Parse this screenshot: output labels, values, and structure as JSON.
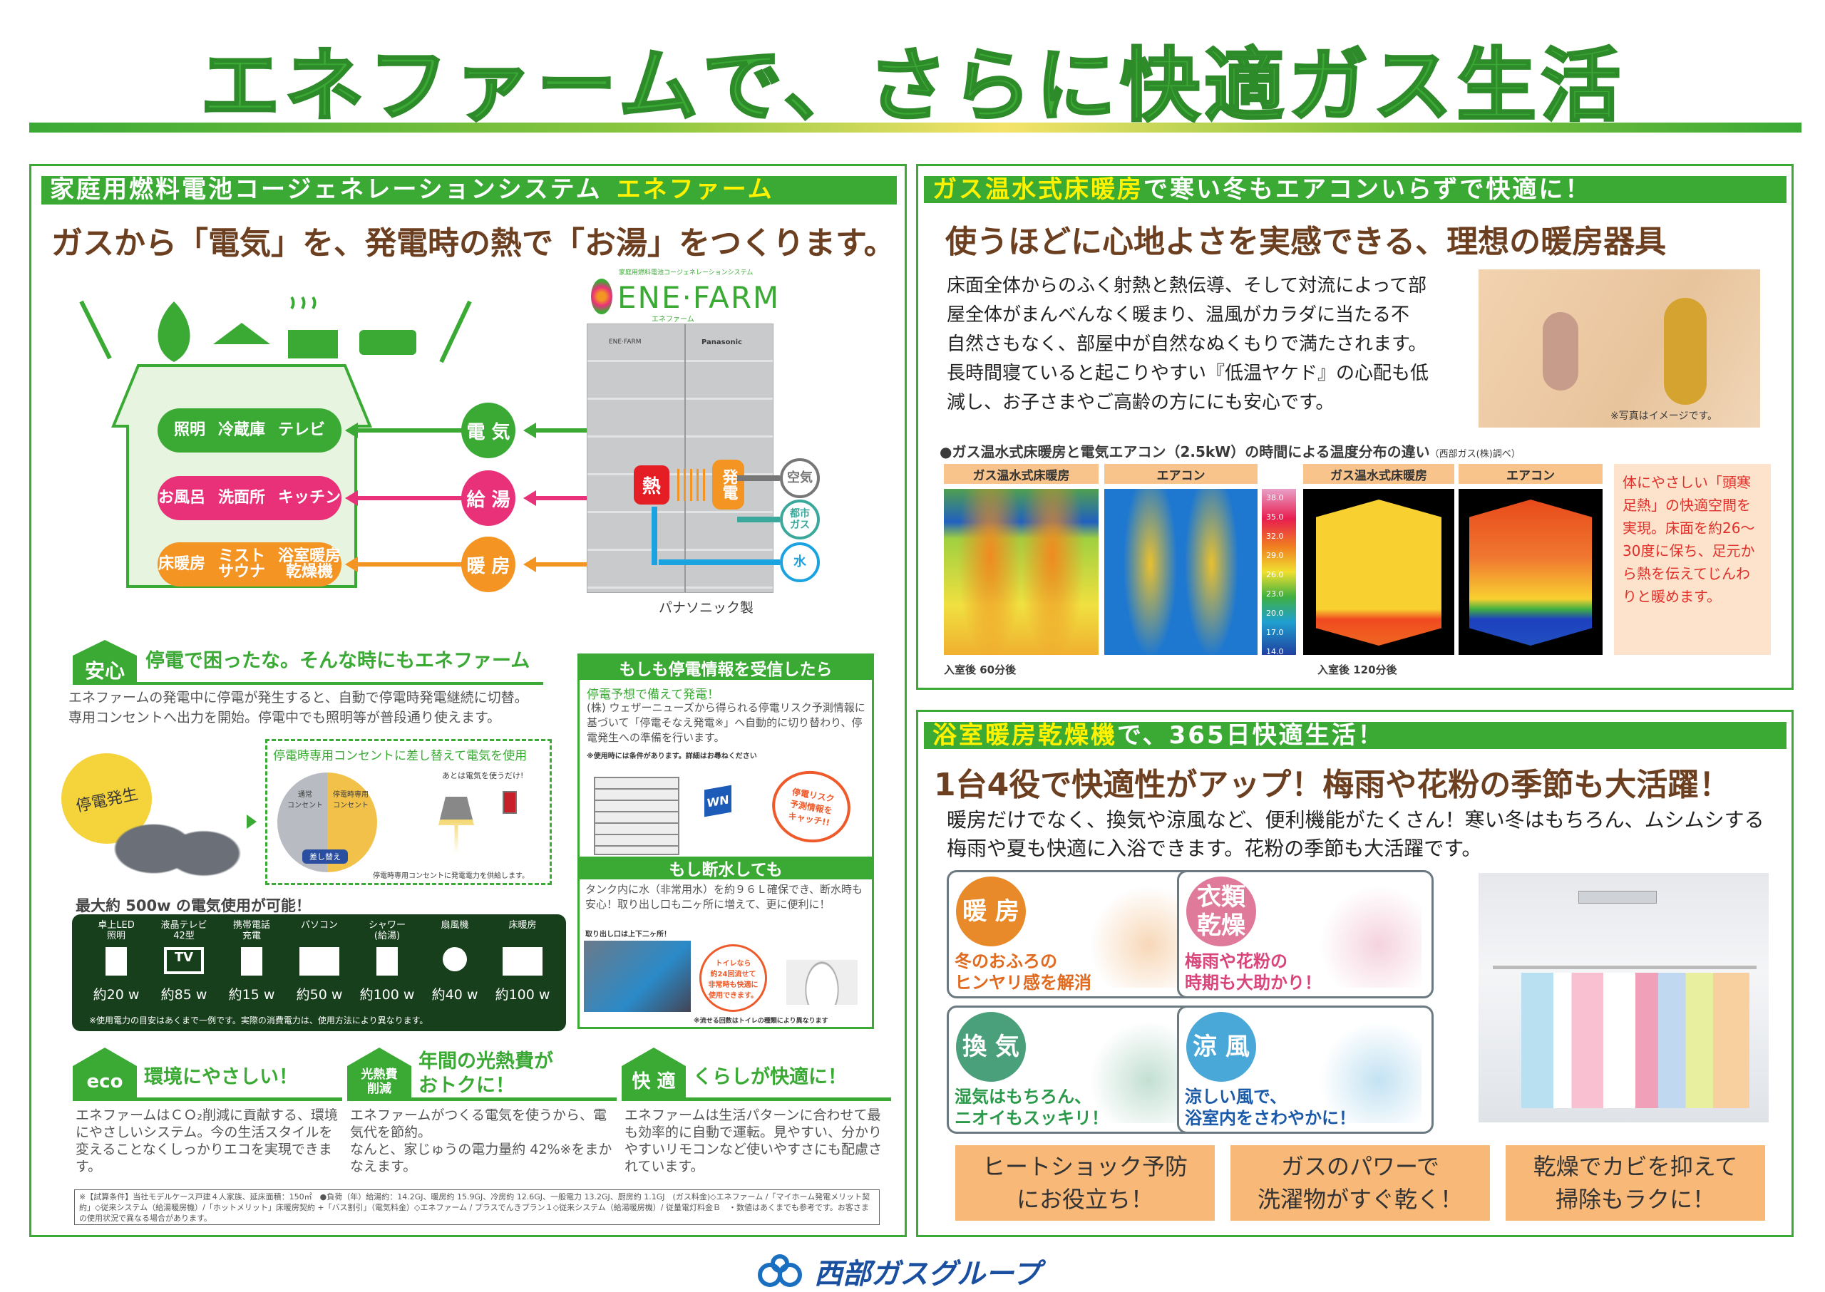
{
  "title": "エネファームで、さらに快適ガス生活",
  "left": {
    "bar_main": "家庭用燃料電池コージェネレーションシステム",
    "bar_highlight": "エネファーム",
    "subtitle": "ガスから「電気」を、発電時の熱で「お湯」をつくります。",
    "icons": [
      "leaf-icon",
      "lamp-icon",
      "floor-heating-icon",
      "bathtub-icon"
    ],
    "rows": [
      {
        "items": [
          "照明",
          "冷蔵庫",
          "テレビ"
        ],
        "label": "電 気",
        "color": "#3aaa35"
      },
      {
        "items": [
          "お風呂",
          "洗面所",
          "キッチン"
        ],
        "label": "給 湯",
        "color": "#e9317a"
      },
      {
        "items": [
          "床暖房",
          "ミスト\nサウナ",
          "浴室暖房\n乾燥機"
        ],
        "label": "暖 房",
        "color": "#f39423"
      }
    ],
    "logo_small": "家庭用燃料電池コージェネレーションシステム",
    "logo": "ENE·FARM",
    "logo_kana": "エネファーム",
    "unit_brand": "Panasonic",
    "unit_logo": "ENE·FARM",
    "heat": "熱",
    "gen": "発電",
    "inputs": [
      {
        "label": "空気",
        "color": "#777777"
      },
      {
        "label": "都市ガス",
        "color": "#3aa89a"
      },
      {
        "label": "水",
        "color": "#1aa3e0"
      }
    ],
    "maker": "パナソニック製",
    "anshin": {
      "tag": "安心",
      "heading": "停電で困ったな。そんな時にもエネファーム",
      "body": [
        "エネファームの発電中に停電が発生すると、自動で停電時発電継続に切替。",
        "専用コンセントへ出力を開始。停電中でも照明等が普段通り使えます。"
      ],
      "burst": "停電発生",
      "dashed_title": "停電時専用コンセントに差し替えて電気を使用",
      "normal": "通常\nコンセント",
      "special": "停電時専用\nコンセント",
      "swap": "差し替え",
      "after": "あとは電気を使うだけ!",
      "supply": "停電時専用コンセントに発電電力を供給します。",
      "max": "最大約 500w の電気使用が可能！",
      "appliances": [
        {
          "name": "卓上LED\n照明",
          "watt": "約20 w",
          "icon": "desk-lamp-icon"
        },
        {
          "name": "液晶テレビ\n42型",
          "watt": "約85 w",
          "icon": "tv-icon"
        },
        {
          "name": "携帯電話\n充電",
          "watt": "約15 w",
          "icon": "phone-icon"
        },
        {
          "name": "パソコン",
          "watt": "約50 w",
          "icon": "laptop-icon"
        },
        {
          "name": "シャワー\n(給湯)",
          "watt": "約100 w",
          "icon": "shower-icon"
        },
        {
          "name": "扇風機",
          "watt": "約40 w",
          "icon": "fan-icon"
        },
        {
          "name": "床暖房",
          "watt": "約100 w",
          "icon": "floor-heating-icon"
        }
      ],
      "tv": "TV",
      "note": "※使用電力の目安はあくまで一例です。実際の消費電力は、使用方法により異なります。"
    },
    "outage": {
      "header": "もしも停電情報を受信したら",
      "lead": "停電予想で備えて発電！",
      "body": "(株) ウェザーニューズから得られる停電リスク予測情報に基づいて「停電そなえ発電※」へ自動的に切り替わり、停電発生への準備を行います。",
      "note": "※使用時には条件があります。詳細はお尋ねください",
      "wn": "WN",
      "bubble": "停電リスク\n予測情報を\nキャッチ!!"
    },
    "water": {
      "header": "もし断水しても",
      "body": "タンク内に水（非常用水）を約９６Ｌ確保でき、断水時も安心！取り出し口も二ヶ所に増えて、更に便利に！",
      "outlet": "取り出し口は上下二ヶ所！",
      "bubble": "トイレなら\n約24回流せて\n非常時も快適に\n使用できます。",
      "note": "※流せる回数はトイレの種類により異なります"
    },
    "benefits": [
      {
        "tag": "eco",
        "heading": "環境にやさしい！",
        "body": "エネファームはＣＯ₂削減に貢献する、環境にやさしいシステム。今の生活スタイルを変えることなくしっかりエコを実現できます。"
      },
      {
        "tag": "光熱費\n削減",
        "heading": "年間の光熱費が\nおトクに！",
        "body": "エネファームがつくる電気を使うから、電気代を節約。\nなんと、家じゅうの電力量約 42%※をまかなえます。"
      },
      {
        "tag": "快 適",
        "heading": "くらしが快適に！",
        "body": "エネファームは生活パターンに合わせて最も効率的に自動で運転。見やすい、分かりやすいリモコンなど使いやすさにも配慮されています。"
      }
    ],
    "footnote": "※【試算条件】当社モデルケース戸建４人家族、延床面積：150㎡　●負荷（年）給湯約：14.2GJ、暖房約 15.9GJ、冷房約 12.6GJ、一般電力 13.2GJ、厨房約 1.1GJ　(ガス料金)◇エネファーム /「マイホーム発電メリット契約」◇従来システム（給湯暖房機）/「ホットメリット」床暖房契約 +「バス割引」（電気料金）◇エネファーム / プラスでんきプラン１◇従来システム（給湯暖房機）/ 従量電灯料金Ｂ　・数値はあくまでも参考です。お客さまの使用状況で異なる場合があります。"
  },
  "floor": {
    "bar_highlight": "ガス温水式床暖房",
    "bar_main": "で寒い冬もエアコンいらずで快適に！",
    "subtitle": "使うほどに心地よさを実感できる、理想の暖房器具",
    "body": [
      "床面全体からのふく射熱と熱伝導、そして対流によって部",
      "屋全体がまんべんなく暖まり、温風がカラダに当たる不",
      "自然さもなく、部屋中が自然なぬくもりで満たされます。",
      "長時間寝ていると起こりやすい『低温ヤケド』の心配も低",
      "減し、お子さまやご高齢の方ににも安心です。"
    ],
    "photo_note": "※写真はイメージです。",
    "chart_title": "●ガス温水式床暖房と電気エアコン（2.5kW）の時間による温度分布の違い",
    "chart_source": "（西部ガス(株)調べ）",
    "labels": [
      "ガス温水式床暖房",
      "エアコン",
      "ガス温水式床暖房",
      "エアコン"
    ],
    "scale": [
      "38.0",
      "35.0",
      "32.0",
      "29.0",
      "26.0",
      "23.0",
      "20.0",
      "17.0",
      "14.0"
    ],
    "time1": "入室後 60分後",
    "time2": "入室後 120分後",
    "callout": "体にやさしい「頭寒足熱」の快適空間を実現。床面を約26～30度に保ち、足元から熱を伝えてじんわりと暖めます。"
  },
  "bath": {
    "bar_highlight": "浴室暖房乾燥機",
    "bar_main": "で、365日快適生活！",
    "subtitle": "1台4役で快適性がアップ！梅雨や花粉の季節も大活躍！",
    "body": [
      "暖房だけでなく、換気や涼風など、便利機能がたくさん！寒い冬はもちろん、ムシムシする",
      "梅雨や夏も快適に入浴できます。花粉の季節も大活躍です。"
    ],
    "cards": [
      {
        "badge": "暖 房",
        "text": "冬のおふろの\nヒンヤリ感を解消",
        "color": "#e8892a",
        "textcolor": "#e06a1f"
      },
      {
        "badge": "衣類\n乾燥",
        "text": "梅雨や花粉の\n時期も大助かり！",
        "color": "#e07a9a",
        "textcolor": "#d9457a"
      },
      {
        "badge": "換 気",
        "text": "湿気はもちろん、\nニオイもスッキリ！",
        "color": "#4aa07a",
        "textcolor": "#2a9a4a"
      },
      {
        "badge": "涼 風",
        "text": "涼しい風で、\n浴室内をさわやかに！",
        "color": "#4aa8d8",
        "textcolor": "#1a5aa8"
      }
    ],
    "boxes": [
      "ヒートショック予防\nにお役立ち！",
      "ガスのパワーで\n洗濯物がすぐ乾く！",
      "乾燥でカビを抑えて\n掃除もラクに！"
    ]
  },
  "footer_logo": "西部ガスグループ"
}
